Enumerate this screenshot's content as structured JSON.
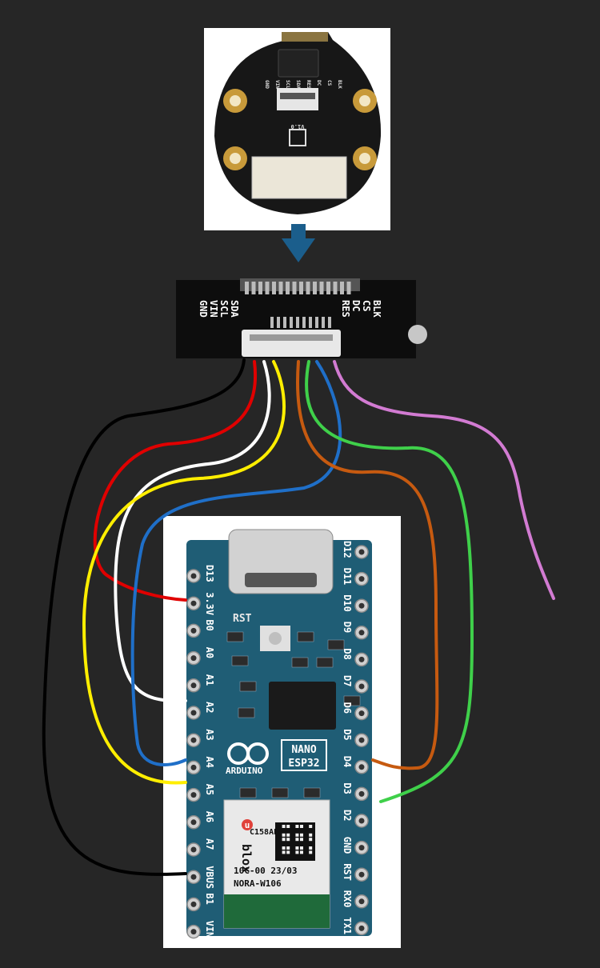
{
  "display_module": {
    "board_version": "V1.0",
    "pin_labels": [
      "GND",
      "VIN",
      "SCL",
      "SDA",
      "RES",
      "DC",
      "CS",
      "BLK"
    ]
  },
  "connector_closeup": {
    "pin_labels_left": [
      "GND",
      "VIN",
      "SCL",
      "SDA"
    ],
    "pin_labels_right": [
      "RES",
      "DC",
      "CS",
      "BLK"
    ]
  },
  "arduino_board": {
    "brand": "ARDUINO",
    "model_line1": "NANO",
    "model_line2": "ESP32",
    "reset_label": "RST",
    "module_brand": "blox",
    "module_brand_prefix": "u",
    "module_code": "C158AE",
    "module_lot": "10C-00 23/03",
    "module_name": "NORA-W106",
    "pins_left": [
      "D13",
      "3.3V",
      "B0",
      "A0",
      "A1",
      "A2",
      "A3",
      "A4",
      "A5",
      "A6",
      "A7",
      "VBUS",
      "B1",
      "VIN"
    ],
    "pins_right": [
      "D12",
      "D11",
      "D10",
      "D9",
      "D8",
      "D7",
      "D6",
      "D5",
      "D4",
      "D3",
      "D2",
      "GND",
      "RST",
      "RX0",
      "TX1"
    ]
  },
  "wires": [
    {
      "name": "wire-gnd",
      "color": "#000000"
    },
    {
      "name": "wire-vin",
      "color": "#e00000"
    },
    {
      "name": "wire-scl",
      "color": "#ffffff"
    },
    {
      "name": "wire-sda",
      "color": "#ffee00"
    },
    {
      "name": "wire-res",
      "color": "#c65a10"
    },
    {
      "name": "wire-dc",
      "color": "#1f6fc8"
    },
    {
      "name": "wire-cs",
      "color": "#3fd04a"
    },
    {
      "name": "wire-blk",
      "color": "#d27bd2"
    }
  ],
  "arrow_color": "#1b5e8c"
}
